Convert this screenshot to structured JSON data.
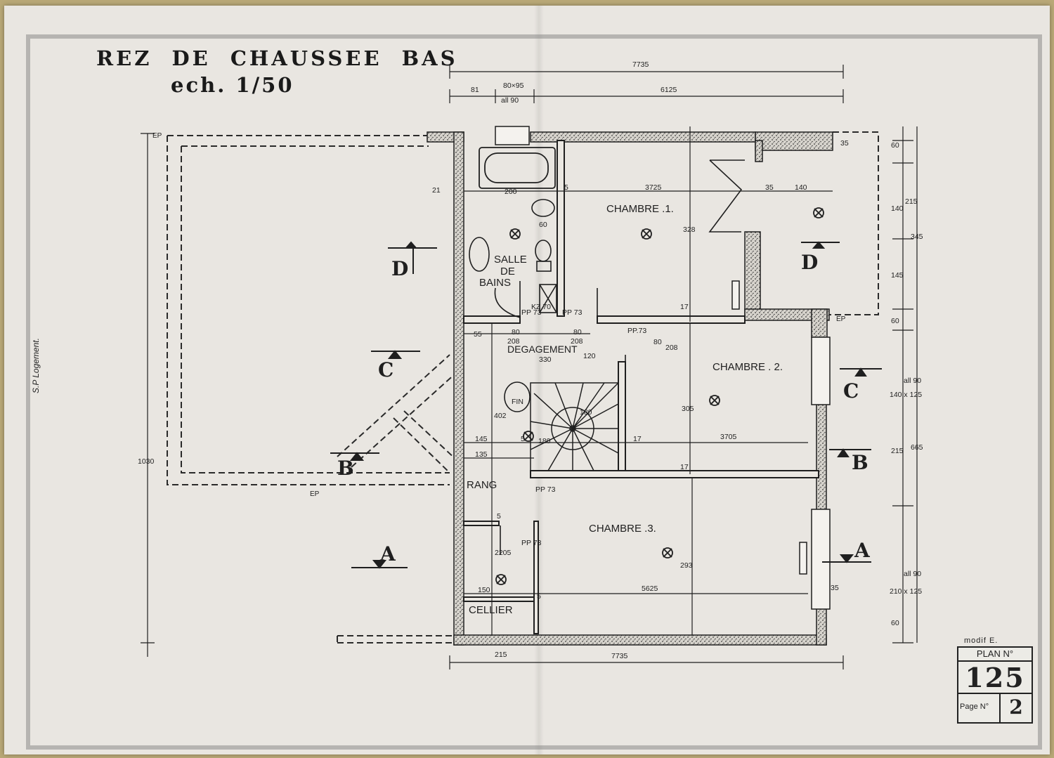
{
  "title": {
    "line1": "REZ DE CHAUSSEE BAS",
    "line2": "ech. 1/50"
  },
  "side_note": "S.P Logement.",
  "rooms": {
    "chambre1": "CHAMBRE .1.",
    "chambre2": "CHAMBRE . 2.",
    "chambre3": "CHAMBRE .3.",
    "salle_line1": "SALLE",
    "salle_line2": "DE",
    "salle_line3": "BAINS",
    "degagement": "DEGAGEMENT",
    "rang": "RANG",
    "cellier": "CELLIER"
  },
  "sections": {
    "a": "A",
    "b": "B",
    "c": "C",
    "d": "D"
  },
  "markers": {
    "ep": "EP"
  },
  "dimensions": {
    "top_total": "7735",
    "top_81": "81",
    "top_window": "80×95",
    "top_all": "all 90",
    "top_6125": "6125",
    "d21": "21",
    "d200": "200",
    "d5a": "5",
    "d3725": "3725",
    "d35a": "35",
    "d140a": "140",
    "d60a": "60",
    "d328": "328",
    "d17a": "17",
    "d55": "55",
    "d80a": "80",
    "d80b": "80",
    "d208a": "208",
    "d208b": "208",
    "d120": "120",
    "d330": "330",
    "d80c": "80",
    "d208c": "208",
    "pp73a": "PP 73",
    "pp73b": "PP 73",
    "pp73c": "PP.73",
    "pp73d": "PP 73",
    "pp73e": "PP 73",
    "kz70": "KZ 70",
    "d305": "305",
    "d402": "402",
    "d145a": "145",
    "d135": "135",
    "d5b": "5",
    "d180a": "180",
    "d180b": "180",
    "d17b": "17",
    "d3705": "3705",
    "d17c": "17",
    "d5c": "5",
    "d2205": "2205",
    "d150": "150",
    "d5d": "5",
    "d5625": "5625",
    "d293": "293",
    "d35b": "35",
    "d215a": "215",
    "bottom_total": "7735",
    "left_1030": "1030",
    "r60a": "60",
    "r35": "35",
    "r140": "140",
    "r215a": "215",
    "r345": "345",
    "r145": "145",
    "r60b": "60",
    "r140x125": "140 x 125",
    "r_all1": "all 90",
    "r215b": "215",
    "r665": "665",
    "r210x125": "210 x 125",
    "r_all2": "all 90",
    "r60c": "60",
    "fin": "FIN"
  },
  "title_block": {
    "modif": "modif E.",
    "plan_label": "PLAN N°",
    "plan_number": "125",
    "page_label": "Page N°",
    "page_number": "2"
  },
  "colors": {
    "paper": "#e9e6e1",
    "table": "#b9a877",
    "ink": "#1f1f1f"
  }
}
